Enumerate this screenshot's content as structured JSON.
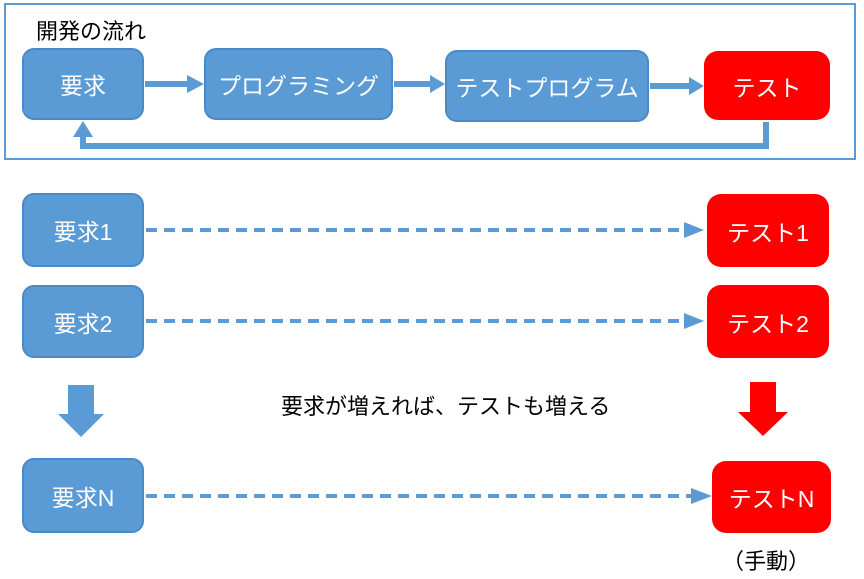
{
  "colors": {
    "node_blue": "#5B9BD5",
    "node_blue_border": "#4A89C8",
    "node_red": "#FF0000",
    "arrow_blue": "#5B9BD5",
    "arrow_red": "#FF0000",
    "panel_border": "#5B9BD5",
    "text_dark": "#000000",
    "text_light": "#FFFFFF"
  },
  "flow": {
    "title": "開発の流れ",
    "nodes": [
      {
        "label": "要求"
      },
      {
        "label": "プログラミング"
      },
      {
        "label": "テストプログラム"
      },
      {
        "label": "テスト"
      }
    ]
  },
  "rows": [
    {
      "left": "要求1",
      "right": "テスト1"
    },
    {
      "left": "要求2",
      "right": "テスト2"
    },
    {
      "left": "要求N",
      "right": "テストN"
    }
  ],
  "caption": "要求が増えれば、テストも増える",
  "manual_note": "（手動）"
}
